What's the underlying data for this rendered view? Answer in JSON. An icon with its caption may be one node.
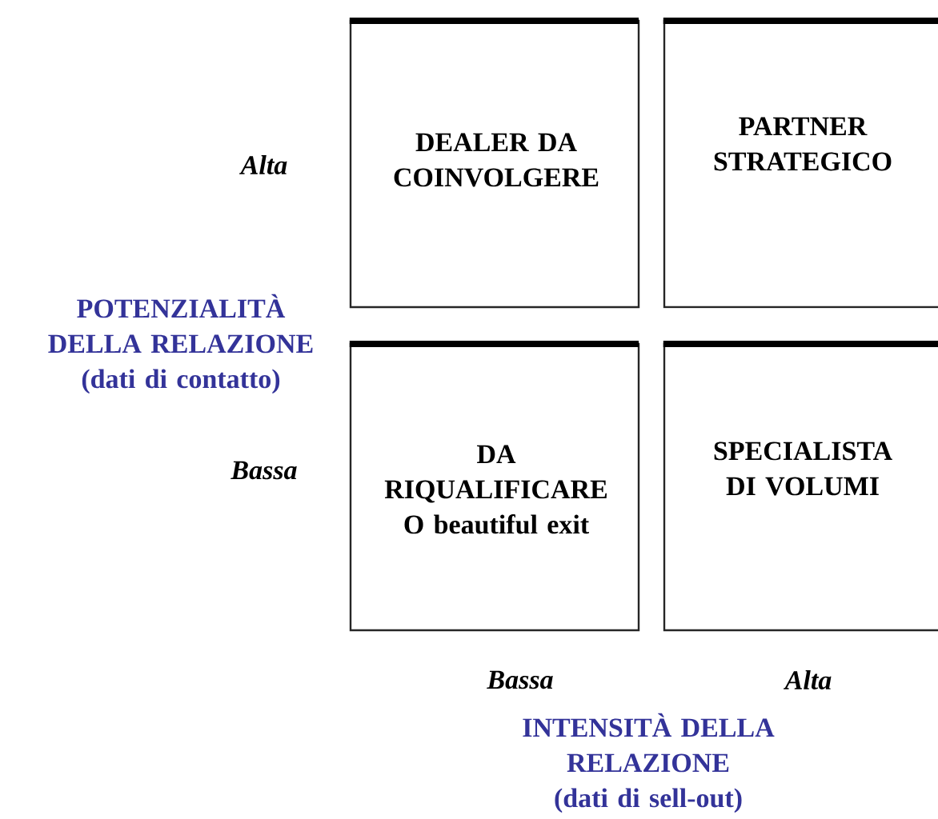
{
  "diagram": {
    "nodes": [
      {
        "text": [
          "DEALER DA COINVOLGERE"
        ]
      },
      {
        "text": [
          "PARTNER STRATEGICO"
        ]
      },
      {
        "text": [
          "DA RIQUALIFICARE O beautiful exit"
        ]
      },
      {
        "text": [
          "SPECIALISTA DI VOLUMI"
        ]
      }
    ],
    "labels": [
      "Alta",
      "POTENZIALITÀ DELLA RELAZIONE (dati di contatto)",
      "Bassa",
      "Bassa",
      "Alta",
      "INTENSITÀ DELLA RELAZIONE (dati di sell-out)"
    ]
  }
}
